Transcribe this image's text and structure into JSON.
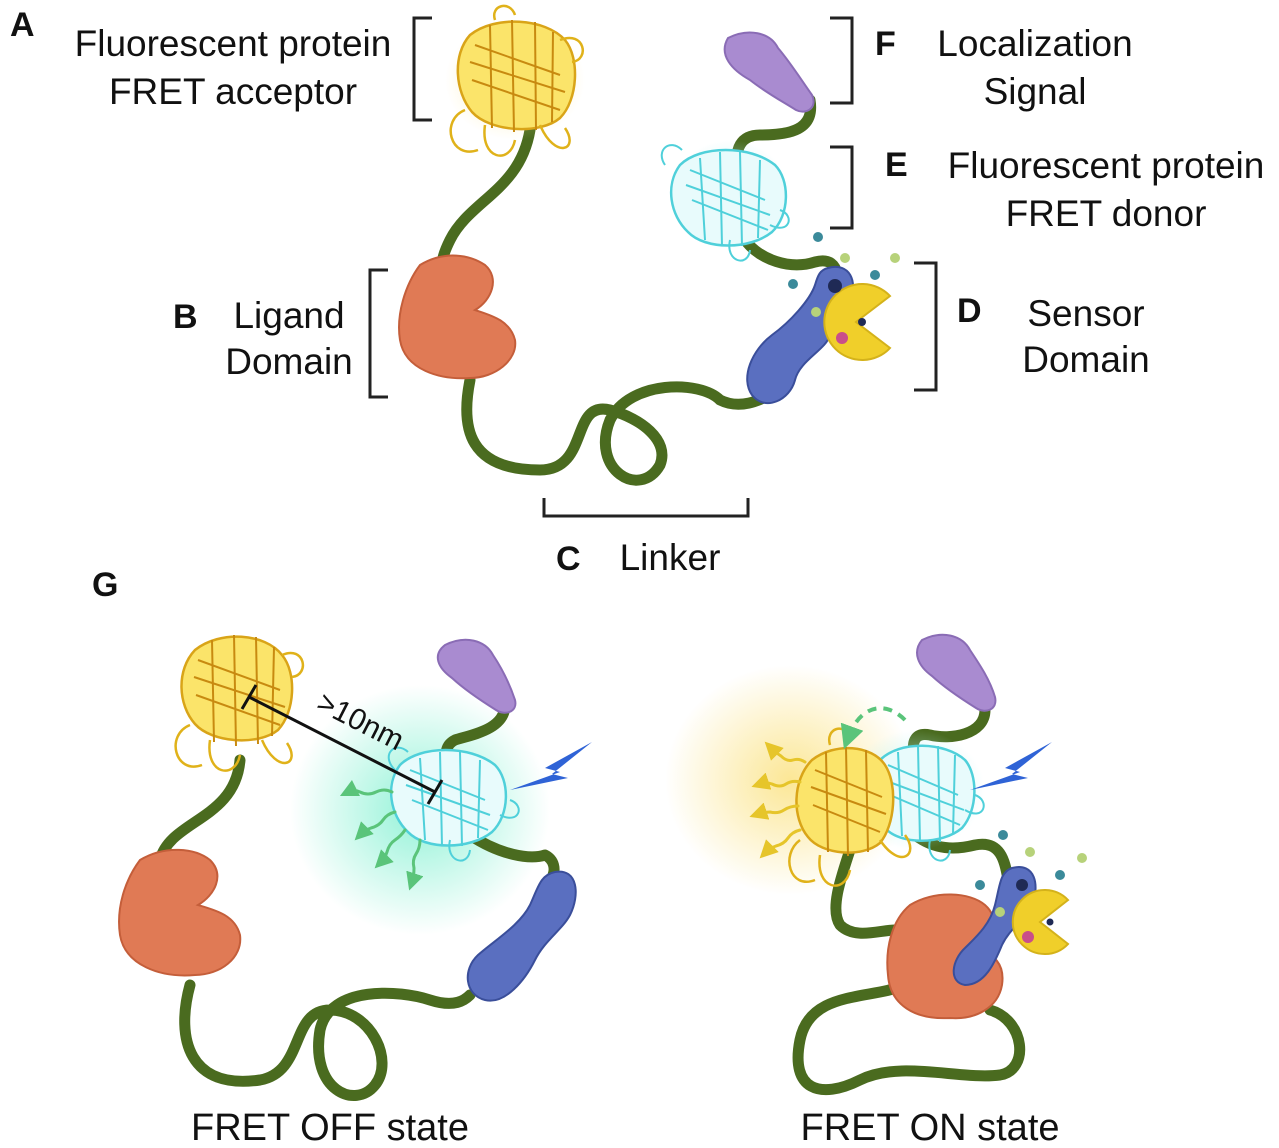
{
  "panel_letters": {
    "a": "A",
    "b": "B",
    "c": "C",
    "d": "D",
    "e": "E",
    "f": "F",
    "g": "G"
  },
  "labels": {
    "acceptor_line1": "Fluorescent protein",
    "acceptor_line2": "FRET acceptor",
    "ligand_line1": "Ligand",
    "ligand_line2": "Domain",
    "linker": "Linker",
    "sensor_line1": "Sensor",
    "sensor_line2": "Domain",
    "donor_line1": "Fluorescent protein",
    "donor_line2": "FRET donor",
    "localization_line1": "Localization",
    "localization_line2": "Signal"
  },
  "distance_label": ">10nm",
  "states": {
    "off": "FRET OFF state",
    "on": "FRET ON state"
  },
  "colors": {
    "acceptor_yellow": "#f2c230",
    "donor_cyan": "#5fd8e0",
    "ligand_orange": "#e07a55",
    "sensor_blue": "#5a6fc0",
    "localization_purple": "#a98bd0",
    "linker_green": "#4a6b1f",
    "pacman_yellow": "#f0cf2a",
    "lightning_blue": "#2f63d6"
  }
}
